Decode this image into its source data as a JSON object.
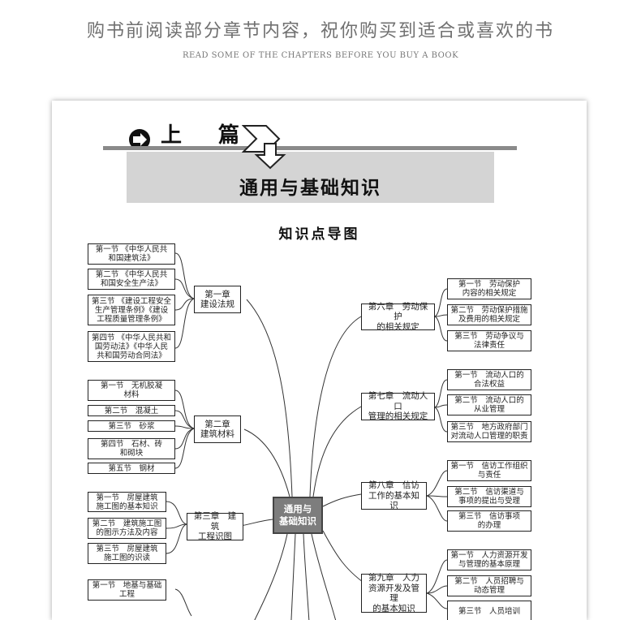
{
  "header": {
    "title": "购书前阅读部分章节内容，祝你购买到适合或喜欢的书",
    "subtitle": "READ SOME OF THE CHAPTERS BEFORE YOU BUY A BOOK"
  },
  "book": {
    "part_label": "上 篇",
    "section_title": "通用与基础知识",
    "map_title": "知识点导图",
    "center": "通用与\n基础知识",
    "chapters": {
      "c1": "第一章\n建设法规",
      "c2": "第二章\n建筑材料",
      "c3": "第三章　建筑\n工程识图",
      "c6": "第六章　劳动保护\n的相关规定",
      "c7": "第七章　流动人口\n管理的相关规定",
      "c8": "第八章　信访\n工作的基本知识",
      "c9": "第九章　人力\n资源开发及管理\n的基本知识"
    },
    "sections": {
      "c1s1": "第一节 《中华人民共\n和国建筑法》",
      "c1s2": "第二节 《中华人民共\n和国安全生产法》",
      "c1s3": "第三节 《建设工程安全\n生产管理条例》《建设\n工程质量管理条例》",
      "c1s4": "第四节 《中华人民共和\n国劳动法》《中华人民\n共和国劳动合同法》",
      "c2s1": "第一节　无机胶凝\n材料",
      "c2s2": "第二节　混凝土",
      "c2s3": "第三节　砂浆",
      "c2s4": "第四节　石材、砖\n和砌块",
      "c2s5": "第五节　钢材",
      "c3s1": "第一节　房屋建筑\n施工图的基本知识",
      "c3s2": "第二节　建筑施工图\n的图示方法及内容",
      "c3s3": "第三节　房屋建筑\n施工图的识读",
      "c4s1": "第一节　地基与基础\n工程",
      "c6s1": "第一节　劳动保护\n内容的相关规定",
      "c6s2": "第二节　劳动保护措施\n及费用的相关规定",
      "c6s3": "第三节　劳动争议与\n法律责任",
      "c7s1": "第一节　流动人口的\n合法权益",
      "c7s2": "第二节　流动人口的\n从业管理",
      "c7s3": "第三节　地方政府部门\n对流动人口管理的职责",
      "c8s1": "第一节　信访工作组织\n与责任",
      "c8s2": "第二节　信访渠道与\n事项的提出与受理",
      "c8s3": "第三节　信访事项\n的办理",
      "c9s1": "第一节　人力资源开发\n与管理的基本原理",
      "c9s2": "第二节　人员招聘与\n动态管理",
      "c9s3": "第三节　人员培训"
    }
  }
}
